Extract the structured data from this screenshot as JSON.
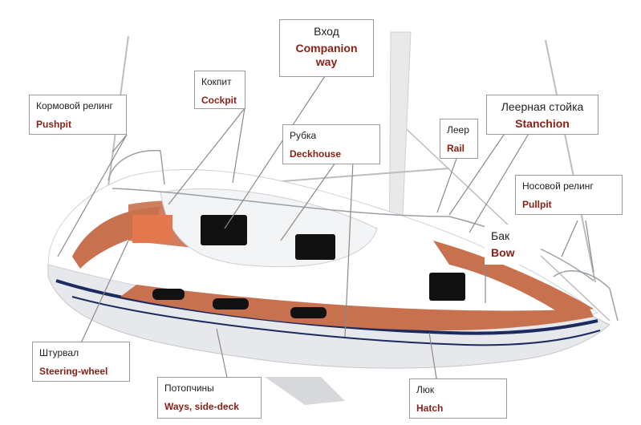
{
  "labels": {
    "companionway": {
      "ru": "Вход",
      "en": "Companion way"
    },
    "pushpit": {
      "ru": "Кормовой релинг",
      "en": "Pushpit"
    },
    "cockpit": {
      "ru": "Кокпит",
      "en": "Cockpit"
    },
    "deckhouse": {
      "ru": "Рубка",
      "en": "Deckhouse"
    },
    "stanchion": {
      "ru": "Леерная стойка",
      "en": "Stanchion"
    },
    "rail": {
      "ru": "Леер",
      "en": "Rail"
    },
    "pullpit": {
      "ru": "Носовой релинг",
      "en": "Pullpit"
    },
    "bow": {
      "ru": "Бак",
      "en": "Bow"
    },
    "steering": {
      "ru": "Штурвал",
      "en": "Steering-wheel"
    },
    "ways": {
      "ru": "Потопчины",
      "en": "Ways, side-deck"
    },
    "hatch": {
      "ru": "Люк",
      "en": "Hatch"
    }
  },
  "colors": {
    "english_label": "#8a1f14",
    "deck_teak": "#c8714e",
    "hull_stripe": "#1c2a5e",
    "leader": "#8a8a8a"
  }
}
